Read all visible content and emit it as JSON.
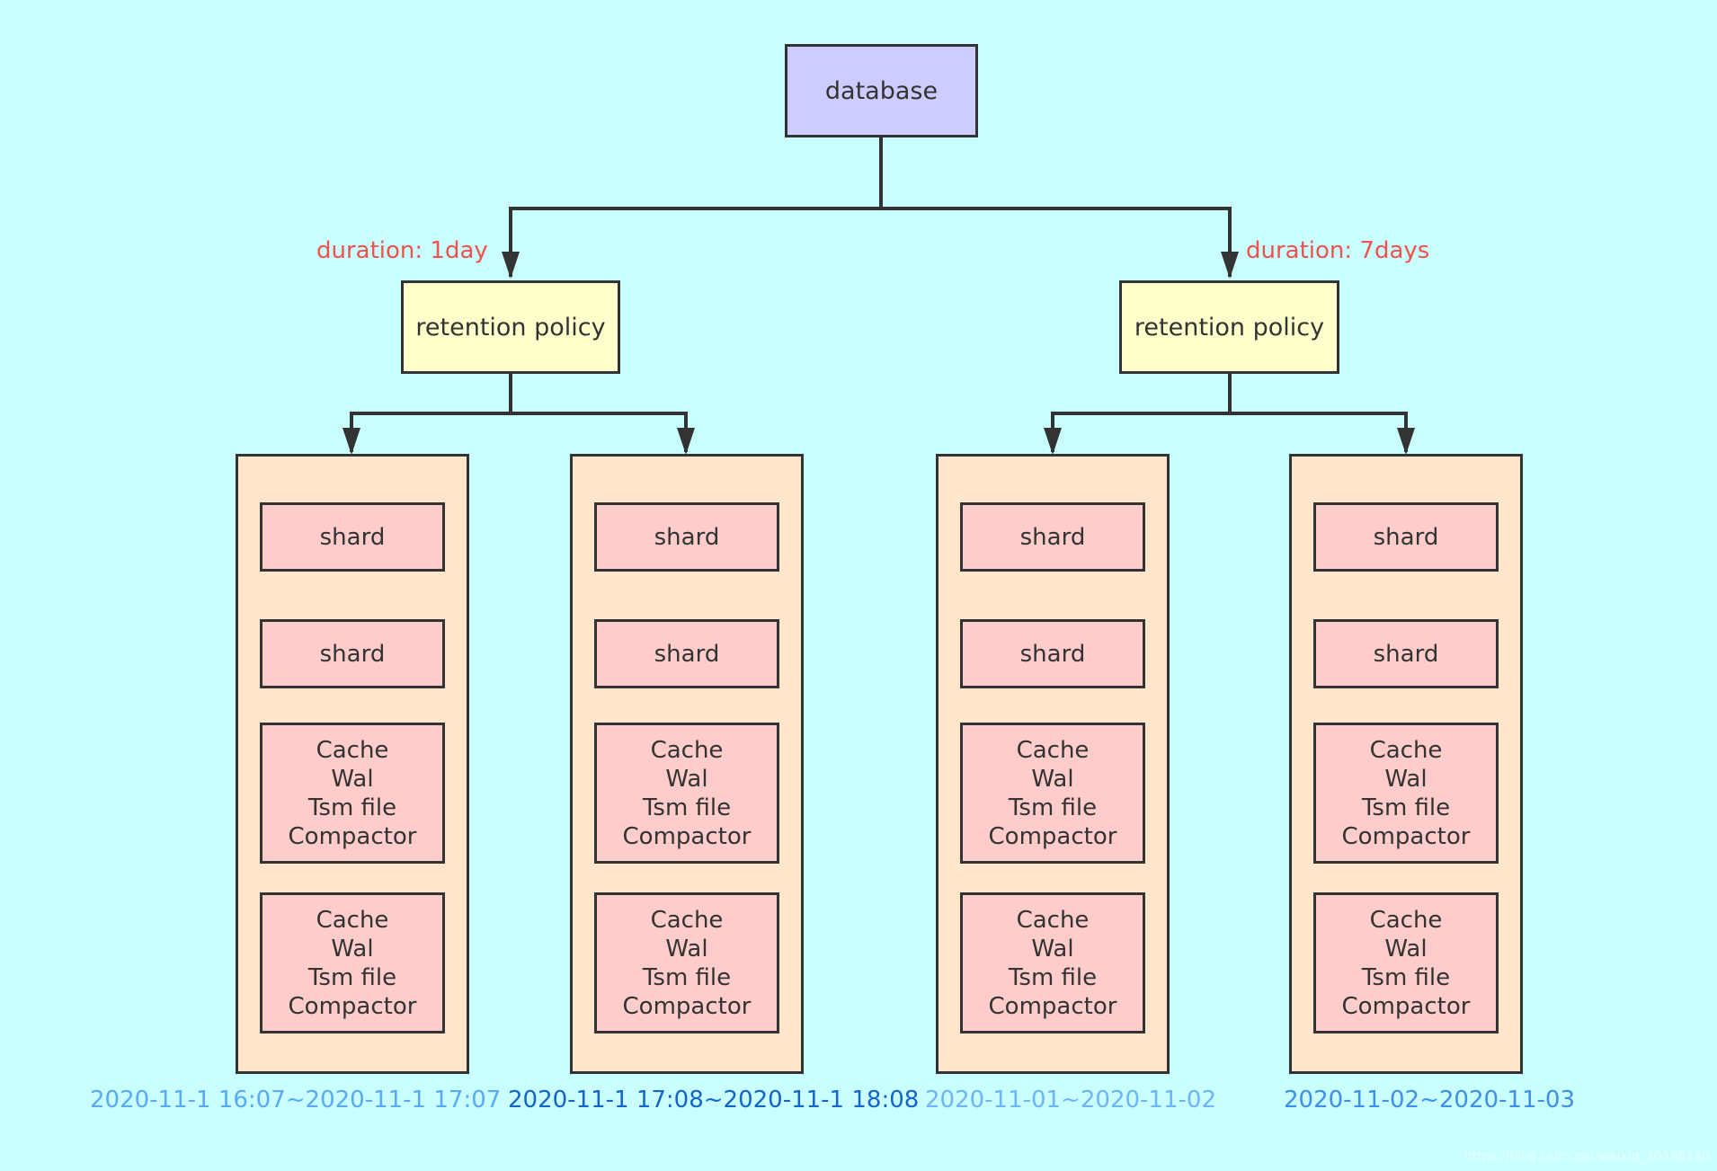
{
  "colors": {
    "background": "#c9ffff",
    "database_fill": "#ccccff",
    "retention_fill": "#ffffcc",
    "group_fill": "#ffe5cc",
    "shard_fill": "#ffcccc",
    "line": "#333333",
    "duration_text": "#f0524e"
  },
  "database": {
    "label": "database"
  },
  "retention_policies": [
    {
      "label": "retention policy",
      "duration": "duration: 1day"
    },
    {
      "label": "retention policy",
      "duration": "duration: 7days"
    }
  ],
  "shard_groups": [
    {
      "time_range": "2020-11-1 16:07~2020-11-1 17:07",
      "range_color": "#5aa9f5",
      "shards": [
        "shard",
        "shard"
      ],
      "components": [
        [
          "Cache",
          "Wal",
          "Tsm file",
          "Compactor"
        ],
        [
          "Cache",
          "Wal",
          "Tsm file",
          "Compactor"
        ]
      ]
    },
    {
      "time_range": "2020-11-1 17:08~2020-11-1 18:08",
      "range_color": "#1565c8",
      "shards": [
        "shard",
        "shard"
      ],
      "components": [
        [
          "Cache",
          "Wal",
          "Tsm file",
          "Compactor"
        ],
        [
          "Cache",
          "Wal",
          "Tsm file",
          "Compactor"
        ]
      ]
    },
    {
      "time_range": "2020-11-01~2020-11-02",
      "range_color": "#6fb5f5",
      "shards": [
        "shard",
        "shard"
      ],
      "components": [
        [
          "Cache",
          "Wal",
          "Tsm file",
          "Compactor"
        ],
        [
          "Cache",
          "Wal",
          "Tsm file",
          "Compactor"
        ]
      ]
    },
    {
      "time_range": "2020-11-02~2020-11-03",
      "range_color": "#3f8fe6",
      "shards": [
        "shard",
        "shard"
      ],
      "components": [
        [
          "Cache",
          "Wal",
          "Tsm file",
          "Compactor"
        ],
        [
          "Cache",
          "Wal",
          "Tsm file",
          "Compactor"
        ]
      ]
    }
  ],
  "watermark": "https://blog.csdn.net/weixin_36586120"
}
